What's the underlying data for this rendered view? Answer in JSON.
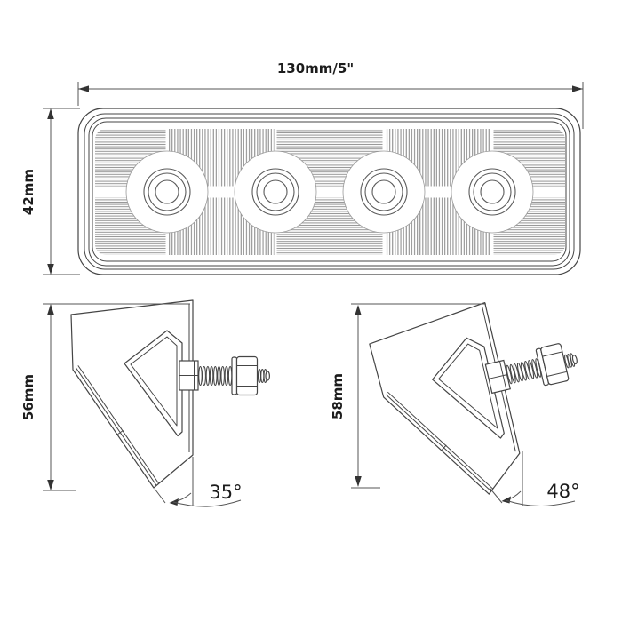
{
  "drawing": {
    "front_view": {
      "width_label": "130mm/5\"",
      "height_label": "42mm",
      "led_count": 4
    },
    "side_view_left": {
      "height_label": "56mm",
      "angle_label": "35°"
    },
    "side_view_right": {
      "height_label": "58mm",
      "angle_label": "48°"
    },
    "style": {
      "line_color": "#454545",
      "hatch_color": "#999999",
      "background": "#ffffff"
    }
  }
}
